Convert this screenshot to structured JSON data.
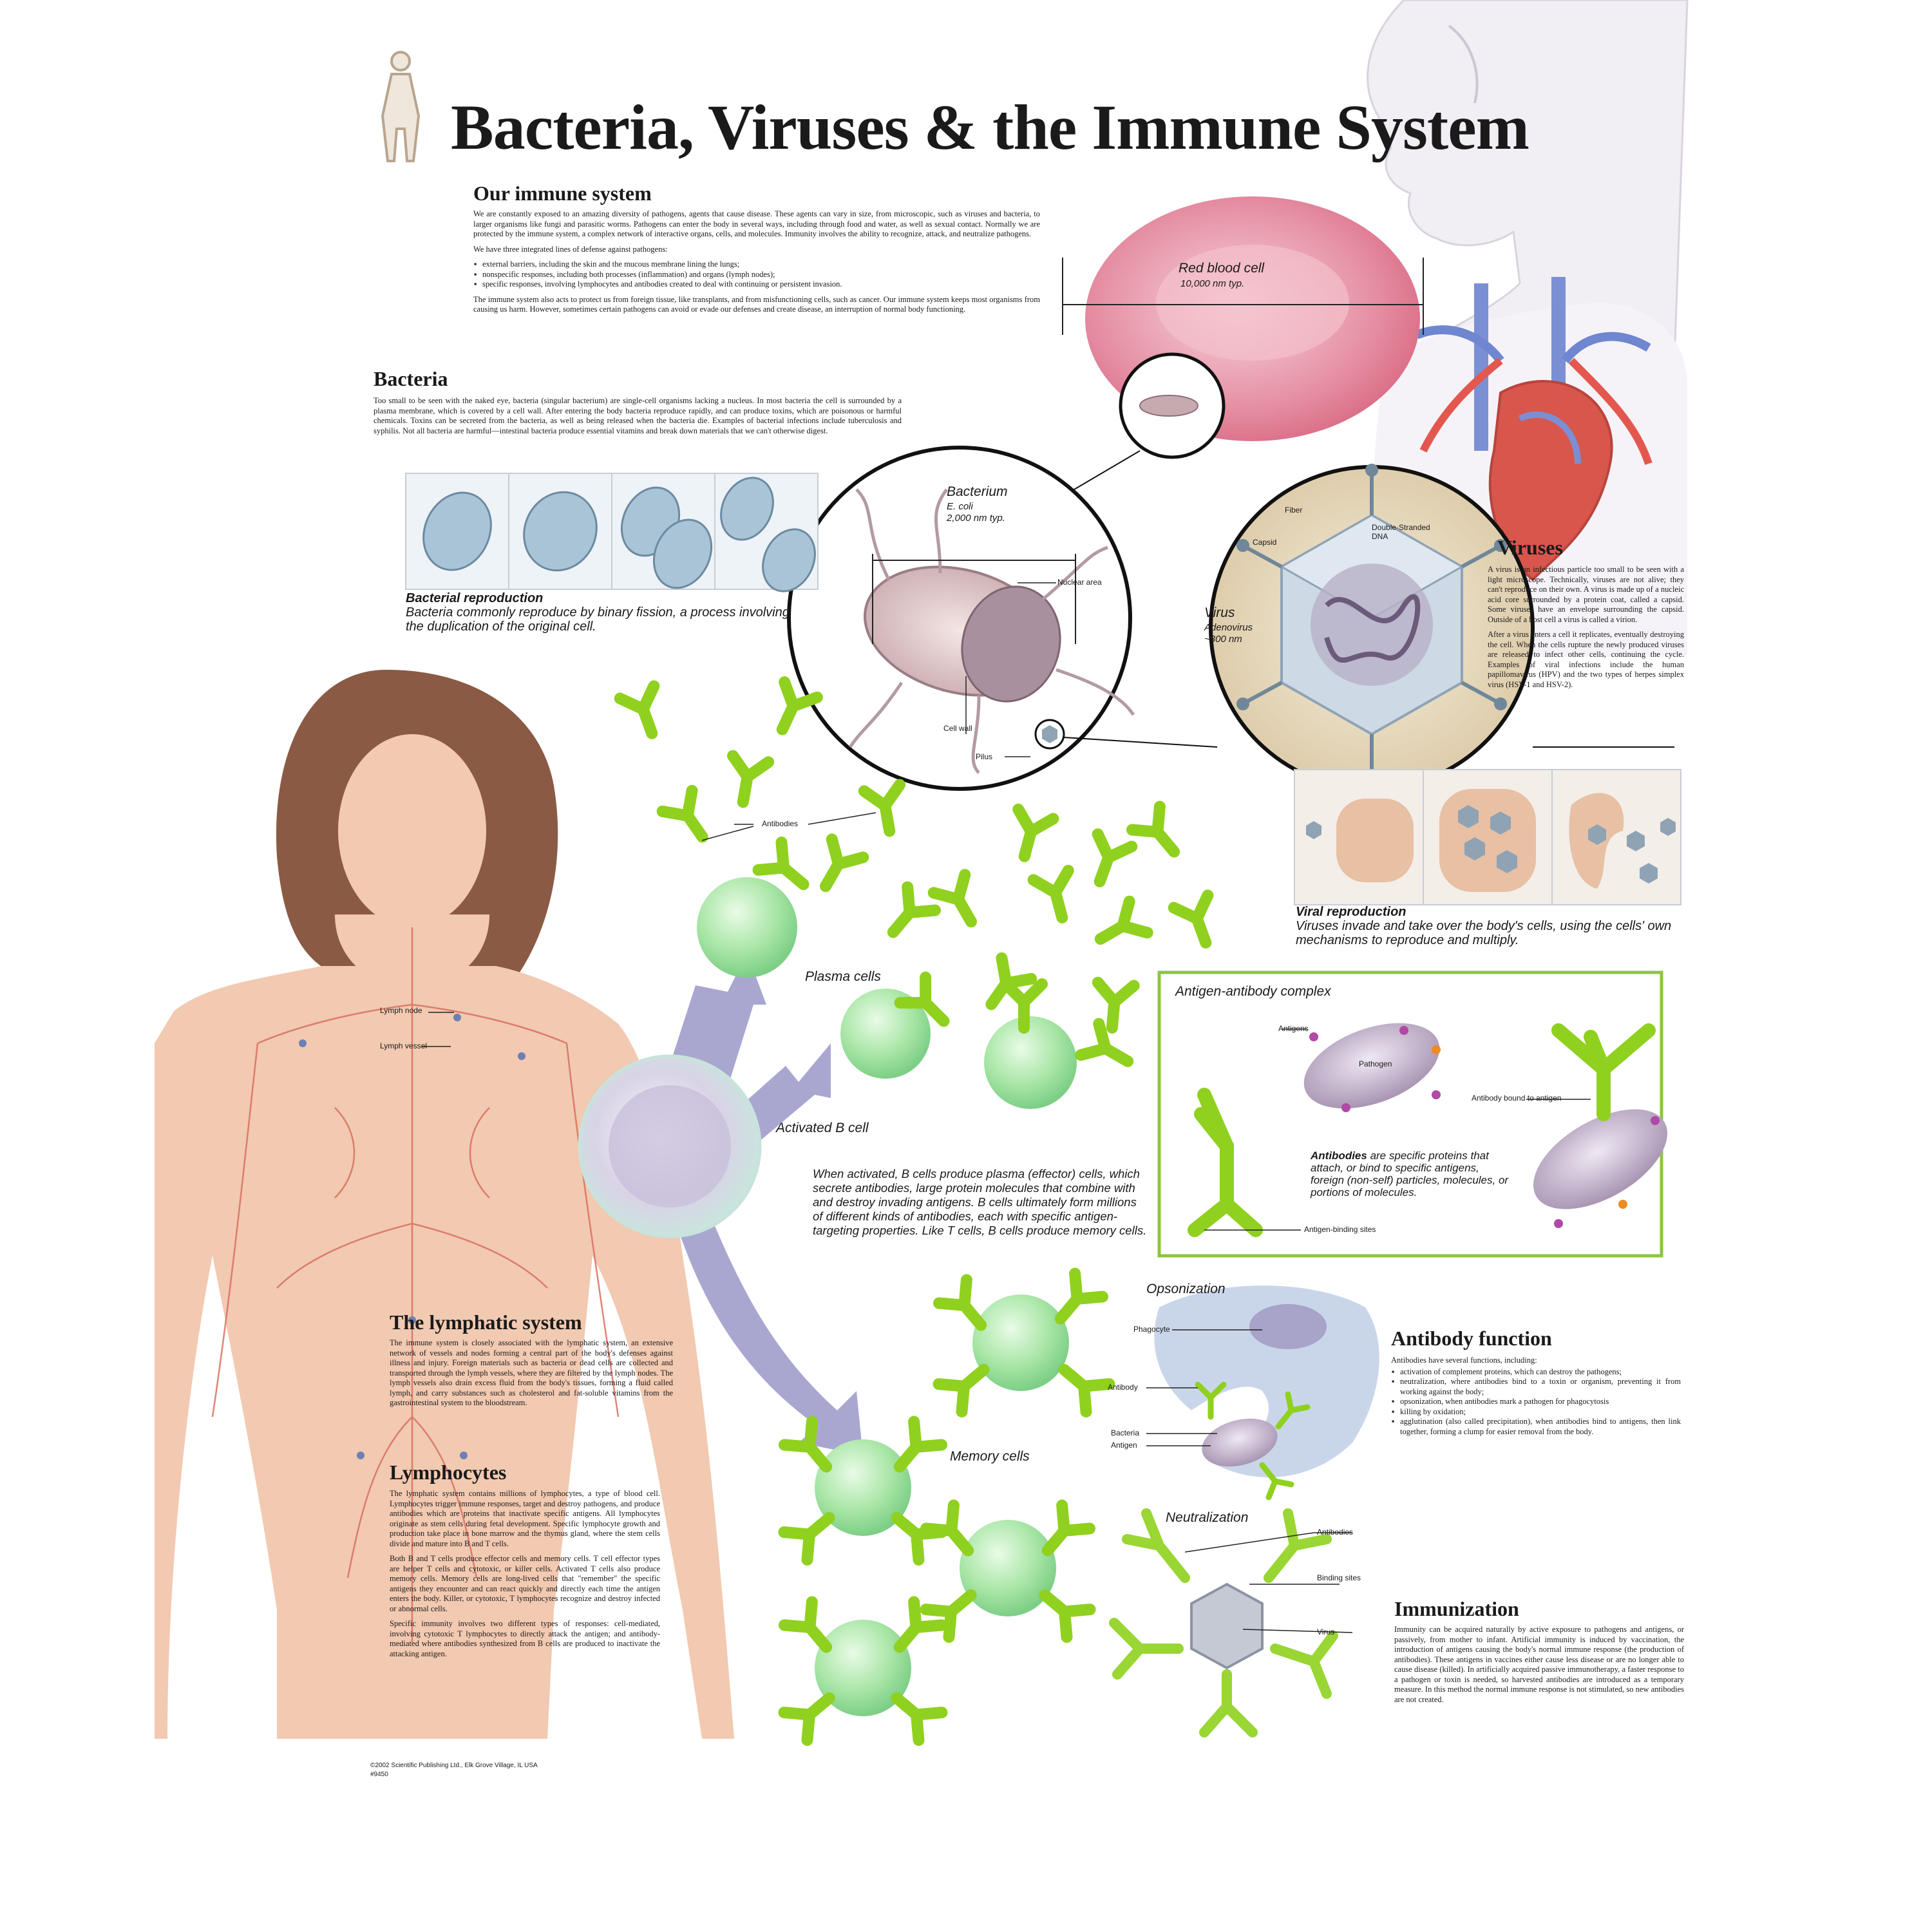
{
  "title": "Bacteria, Viruses & the Immune System",
  "our_immune_system": {
    "heading": "Our immune system",
    "p1": "We are constantly exposed to an amazing diversity of pathogens, agents that cause disease. These agents can vary in size, from microscopic, such as viruses and bacteria, to larger organisms like fungi and parasitic worms. Pathogens can enter the body in several ways, including through food and water, as well as sexual contact. Normally we are protected by the immune system, a complex network of interactive organs, cells, and molecules. Immunity involves the ability to recognize, attack, and neutralize pathogens.",
    "p2": "We have three integrated lines of defense against pathogens:",
    "bullets": [
      "external barriers, including the skin and the mucous membrane lining the lungs;",
      "nonspecific responses, including both processes (inflammation) and organs (lymph nodes);",
      "specific responses, involving lymphocytes and antibodies created to deal with continuing or persistent invasion."
    ],
    "p3": "The immune system also acts to protect us from foreign tissue, like transplants, and from misfunctioning cells, such as cancer. Our immune system keeps most organisms from causing us harm. However, sometimes certain pathogens can avoid or evade our defenses and create disease, an interruption of normal body functioning."
  },
  "bacteria": {
    "heading": "Bacteria",
    "body": "Too small to be seen with the naked eye, bacteria (singular bacterium) are single-cell organisms lacking a nucleus. In most bacteria the cell is surrounded by a plasma membrane, which is covered by a cell wall. After entering the body bacteria reproduce rapidly, and can produce toxins, which are poisonous or harmful chemicals. Toxins can be secreted from the bacteria, as well as being released when the bacteria die. Examples of bacterial infections include tuberculosis and syphilis. Not all bacteria are harmful—intestinal bacteria produce essential vitamins and break down materials that we can't otherwise digest.",
    "repro_title": "Bacterial reproduction",
    "repro_text": "Bacteria commonly reproduce by binary fission, a process involving the duplication of the original cell."
  },
  "red_blood_cell": {
    "label": "Red blood cell",
    "size": "10,000 nm typ."
  },
  "bacterium": {
    "label": "Bacterium",
    "species": "E. coli",
    "size": "2,000 nm typ.",
    "parts": {
      "nuclear_area": "Nuclear area",
      "cell_wall": "Cell wall",
      "pilus": "Pilus"
    }
  },
  "virus": {
    "label": "Virus",
    "species": "Adenovirus",
    "size": "~300 nm",
    "parts": {
      "fiber": "Fiber",
      "capsid": "Capsid",
      "dna": "Double-Stranded DNA"
    }
  },
  "viruses": {
    "heading": "Viruses",
    "p1": "A virus is an infectious particle too small to be seen with a light microscope. Technically, viruses are not alive; they can't reproduce on their own. A virus is made up of a nucleic acid core surrounded by a protein coat, called a capsid. Some viruses have an envelope surrounding the capsid. Outside of a host cell a virus is called a virion.",
    "p2": "After a virus enters a cell it replicates, eventually destroying the cell. When the cells rupture the newly produced viruses are released to infect other cells, continuing the cycle. Examples of viral infections include the human papillomavirus (HPV) and the two types of herpes simplex virus (HSV-1 and HSV-2).",
    "repro_title": "Viral reproduction",
    "repro_text": "Viruses invade and take over the body's cells, using the cells' own mechanisms to reproduce and multiply."
  },
  "lymph_labels": {
    "node": "Lymph node",
    "vessel": "Lymph vessel"
  },
  "cells": {
    "antibodies": "Antibodies",
    "plasma": "Plasma cells",
    "activated_b": "Activated B cell",
    "memory": "Memory cells",
    "b_cell_text": "When activated, B cells produce plasma (effector) cells, which secrete antibodies, large protein molecules that combine with and destroy invading antigens. B cells ultimately form millions of different kinds of antibodies, each with specific antigen-targeting properties. Like T cells, B cells produce memory cells."
  },
  "complex": {
    "title": "Antigen-antibody complex",
    "antigens": "Antigens",
    "pathogen": "Pathogen",
    "bound": "Antibody bound to antigen",
    "sites": "Antigen-binding sites",
    "def_bold": "Antibodies",
    "def_text": " are specific proteins that attach, or bind to specific antigens, foreign (non-self) particles, molecules, or portions of molecules."
  },
  "opsonization": {
    "title": "Opsonization",
    "phagocyte": "Phagocyte",
    "antibody": "Antibody",
    "bacteria": "Bacteria",
    "antigen": "Antigen"
  },
  "neutralization": {
    "title": "Neutralization",
    "antibodies": "Antibodies",
    "binding": "Binding sites",
    "virus": "Virus"
  },
  "antibody_function": {
    "heading": "Antibody function",
    "intro": "Antibodies have several functions, including:",
    "bullets": [
      "activation of complement proteins, which can destroy the pathogens;",
      "neutralization, where antibodies bind to a toxin or organism, preventing it from working against the body;",
      "opsonization, when antibodies mark a pathogen for phagocytosis",
      "killing by oxidation;",
      "agglutination (also called precipitation), when antibodies bind to antigens, then link together, forming a clump for easier removal from the body."
    ]
  },
  "lymphatic": {
    "heading": "The lymphatic system",
    "body": "The immune system is closely associated with the lymphatic system, an extensive network of vessels and nodes forming a central part of the body's defenses against illness and injury. Foreign materials such as bacteria or dead cells are collected and transported through the lymph vessels, where they are filtered by the lymph nodes. The lymph vessels also drain excess fluid from the body's tissues, forming a fluid called lymph, and carry substances such as cholesterol and fat-soluble vitamins from the gastrointestinal system to the bloodstream."
  },
  "lymphocytes": {
    "heading": "Lymphocytes",
    "p1": "The lymphatic system contains millions of lymphocytes, a type of blood cell. Lymphocytes trigger immune responses, target and destroy pathogens, and produce antibodies which are proteins that inactivate specific antigens. All lymphocytes originate as stem cells during fetal development. Specific lymphocyte growth and production take place in bone marrow and the thymus gland, where the stem cells divide and mature into B and T cells.",
    "p2": "Both B and T cells produce effector cells and memory cells. T cell effector types are helper T cells and cytotoxic, or killer cells. Activated T cells also produce memory cells. Memory cells are long-lived cells that \"remember\" the specific antigens they encounter and can react quickly and directly each time the antigen enters the body. Killer, or cytotoxic, T lymphocytes recognize and destroy infected or abnormal cells.",
    "p3": "Specific immunity involves two different types of responses: cell-mediated, involving cytotoxic T lymphocytes to directly attack the antigen; and antibody-mediated where antibodies synthesized from B cells are produced to inactivate the attacking antigen."
  },
  "immunization": {
    "heading": "Immunization",
    "body": "Immunity can be acquired naturally by active exposure to pathogens and antigens, or passively, from mother to infant. Artificial immunity is induced by vaccination, the introduction of antigens causing the body's normal immune response (the production of antibodies). These antigens in vaccines either cause less disease or are no longer able to cause disease (killed). In artificially acquired passive immunotherapy, a faster response to a pathogen or toxin is needed, so harvested antibodies are introduced as a temporary measure. In this method the normal immune response is not stimulated, so new antibodies are not created."
  },
  "footer": {
    "copyright": "©2002 Scientific Publishing Ltd., Elk Grove Village, IL USA",
    "code": "#9450"
  },
  "colors": {
    "antibody": "#8fd11e",
    "cell_green": "#a9e6a6",
    "rbc": "#e38a9e",
    "arrow": "#9a98c8",
    "frame_green": "#8cc63f",
    "virus_blue": "#8fa3b5"
  }
}
